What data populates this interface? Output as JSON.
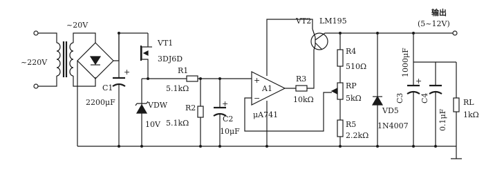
{
  "input": {
    "label": "~220V"
  },
  "transformer": {
    "secondary_label": "~20V"
  },
  "c1": {
    "name": "C1",
    "value": "2200μF"
  },
  "vt1": {
    "name": "VT1",
    "model": "3DJ6D"
  },
  "r1": {
    "name": "R1",
    "value": "5.1kΩ"
  },
  "vdw": {
    "name": "VDW",
    "value": "10V"
  },
  "r2": {
    "name": "R2",
    "value": "5.1kΩ"
  },
  "c2": {
    "name": "C2",
    "value": "10μF"
  },
  "a1": {
    "name": "A1",
    "model": "μA741",
    "plus": "+",
    "minus": "−"
  },
  "r3": {
    "name": "R3",
    "value": "10kΩ"
  },
  "vt2": {
    "name": "VT2",
    "model": "LM195"
  },
  "r4": {
    "name": "R4",
    "value": "510Ω"
  },
  "rp": {
    "name": "RP",
    "value": "5kΩ"
  },
  "r5": {
    "name": "R5",
    "value": "2.2kΩ"
  },
  "vd5": {
    "name": "VD5",
    "model": "1N4007"
  },
  "c3": {
    "name": "C3",
    "value": "1000μF"
  },
  "c4": {
    "name": "C4",
    "value": "0.1μF"
  },
  "rl": {
    "name": "RL",
    "value": "1kΩ"
  },
  "output": {
    "title": "输出",
    "range": "(5~12V)"
  },
  "colors": {
    "ink": "#1a1a1a",
    "background": "#ffffff"
  }
}
